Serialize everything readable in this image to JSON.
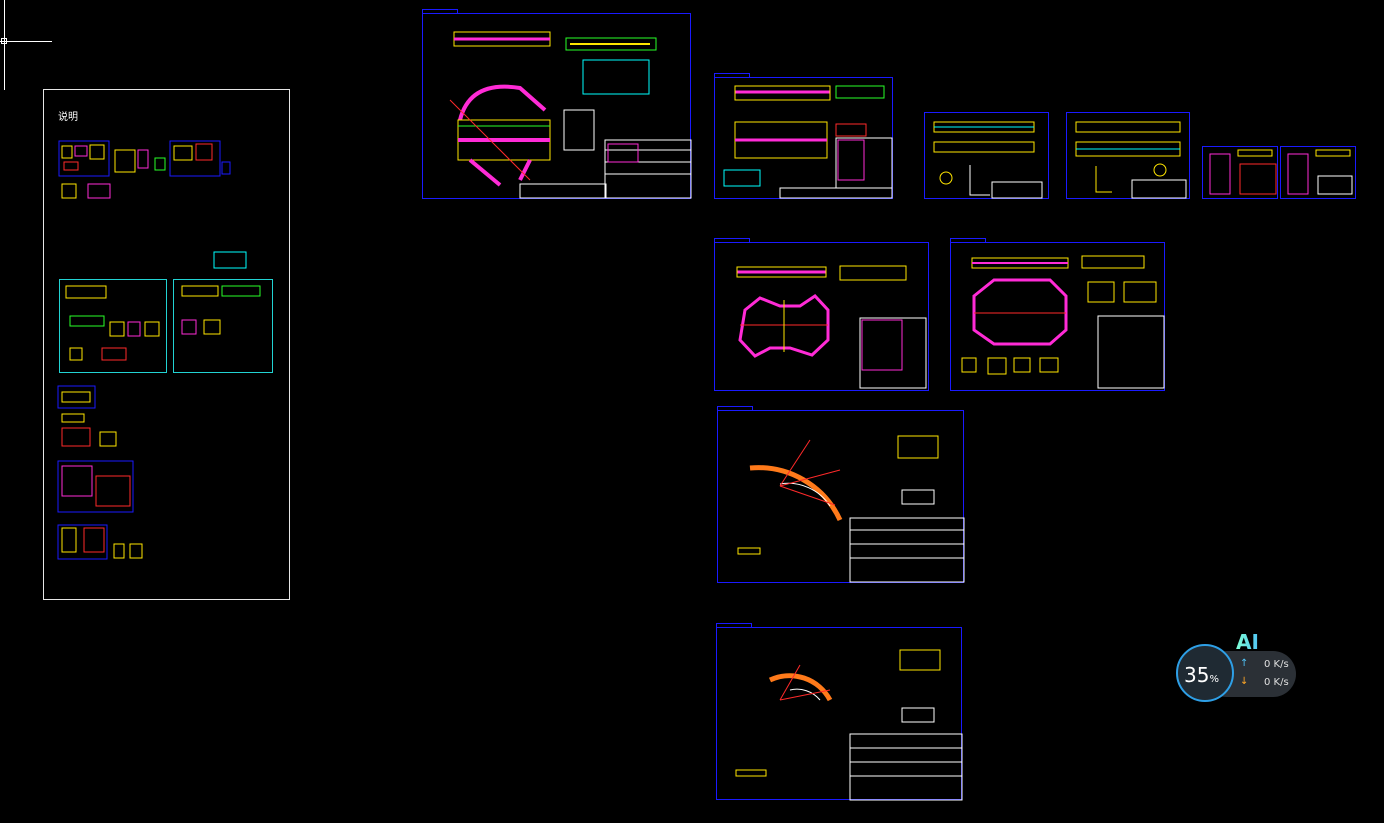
{
  "legend": {
    "title": "说明"
  },
  "widget": {
    "ai_label": "AI",
    "cpu_percent_value": "35",
    "cpu_percent_unit": "%",
    "upload_speed": "0 K/s",
    "download_speed": "0 K/s",
    "up_arrow": "↑",
    "down_arrow": "↓"
  },
  "colors": {
    "background": "#000000",
    "sheet_border": "#1a1aff",
    "frame_cyan": "#22d3d3",
    "magenta": "#ff2bd6",
    "yellow": "#ffe600",
    "red": "#ff2a2a",
    "green": "#28ff28",
    "cyan": "#00ffff",
    "white": "#ffffff",
    "orange": "#ff7a1a"
  }
}
